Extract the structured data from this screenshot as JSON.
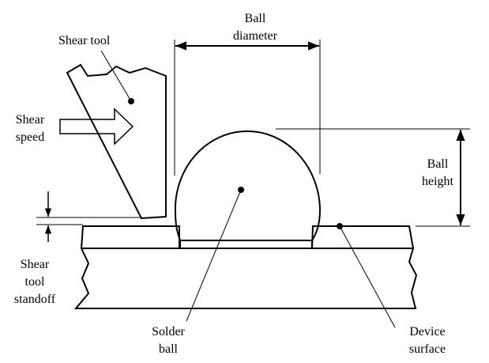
{
  "labels": {
    "shear_tool": "Shear tool",
    "ball_diameter": [
      "Ball",
      "diameter"
    ],
    "shear_speed": [
      "Shear",
      "speed"
    ],
    "ball_height": [
      "Ball",
      "height"
    ],
    "shear_tool_standoff": [
      "Shear",
      "tool",
      "standoff"
    ],
    "solder_ball": [
      "Solder",
      "ball"
    ],
    "device_surface": [
      "Device",
      "surface"
    ]
  },
  "colors": {
    "line": "#000000",
    "background": "#ffffff"
  }
}
